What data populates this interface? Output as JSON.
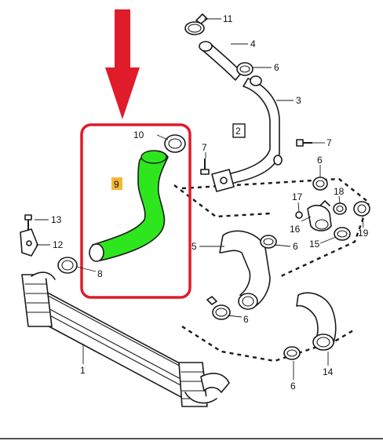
{
  "highlight": {
    "part_number": "9",
    "hose_color": "#2ee61e",
    "badge_color": "#f5b731",
    "frame_color": "#e01b2a",
    "arrow_color": "#e01b2a"
  },
  "labels": {
    "n11": "11",
    "n4": "4",
    "n6a": "6",
    "n3": "3",
    "n2": "2",
    "n10": "10",
    "n9": "9",
    "n7a": "7",
    "n7b": "7",
    "n6b": "6",
    "n13": "13",
    "n12": "12",
    "n17": "17",
    "n18": "18",
    "n16": "16",
    "n19": "19",
    "n15": "15",
    "n5": "5",
    "n6c": "6",
    "n8": "8",
    "n6d": "6",
    "n1": "1",
    "n14": "14",
    "n6e": "6"
  }
}
